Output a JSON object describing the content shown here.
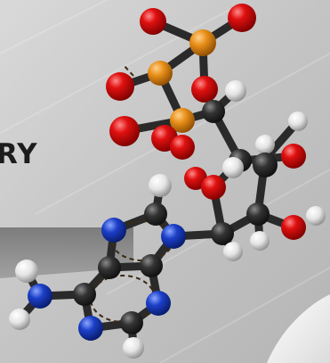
{
  "caption": {
    "text": "RY"
  },
  "colors": {
    "background": "#c9c9c9",
    "carbon": "#333333",
    "oxygen": "#e01010",
    "phosphorus": "#e8901a",
    "nitrogen": "#1c3fc8",
    "hydrogen": "#eeeeee",
    "caption": "#1c1c1c"
  },
  "molecule": {
    "atom_types": [
      "carbon",
      "oxygen",
      "phosphorus",
      "nitrogen",
      "hydrogen"
    ]
  }
}
